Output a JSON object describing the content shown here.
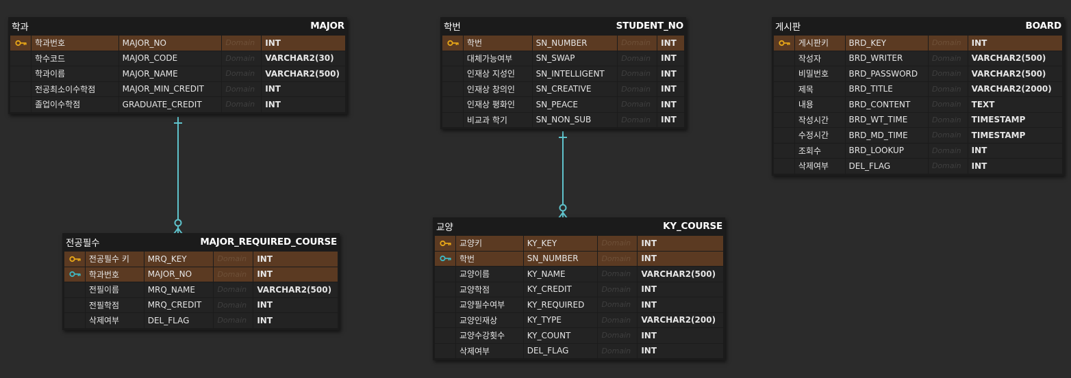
{
  "colors": {
    "background": "#2b2b2b",
    "table": "#1b1b1b",
    "key_row": "#5b3a22",
    "row": "#232323",
    "pk_key": "#e8a718",
    "fk_key": "#3fb8c3",
    "relation_line": "#5fc3cc"
  },
  "column_domain_placeholder": "Domain",
  "tables": [
    {
      "id": "major",
      "logical_name": "학과",
      "physical_name": "MAJOR",
      "columns": [
        {
          "key": "pk",
          "logical": "학과번호",
          "physical": "MAJOR_NO",
          "domain": "Domain",
          "type": "INT"
        },
        {
          "key": "",
          "logical": "학수코드",
          "physical": "MAJOR_CODE",
          "domain": "Domain",
          "type": "VARCHAR2(30)"
        },
        {
          "key": "",
          "logical": "학과이름",
          "physical": "MAJOR_NAME",
          "domain": "Domain",
          "type": "VARCHAR2(500)"
        },
        {
          "key": "",
          "logical": "전공최소이수학점",
          "physical": "MAJOR_MIN_CREDIT",
          "domain": "Domain",
          "type": "INT"
        },
        {
          "key": "",
          "logical": "졸업이수학점",
          "physical": "GRADUATE_CREDIT",
          "domain": "Domain",
          "type": "INT"
        }
      ]
    },
    {
      "id": "student_no",
      "logical_name": "학번",
      "physical_name": "STUDENT_NO",
      "columns": [
        {
          "key": "pk",
          "logical": "학번",
          "physical": "SN_NUMBER",
          "domain": "Domain",
          "type": "INT"
        },
        {
          "key": "",
          "logical": "대체가능여부",
          "physical": "SN_SWAP",
          "domain": "Domain",
          "type": "INT"
        },
        {
          "key": "",
          "logical": "인재상 지성인",
          "physical": "SN_INTELLIGENT",
          "domain": "Domain",
          "type": "INT"
        },
        {
          "key": "",
          "logical": "인재상 창의인",
          "physical": "SN_CREATIVE",
          "domain": "Domain",
          "type": "INT"
        },
        {
          "key": "",
          "logical": "인재상 평화인",
          "physical": "SN_PEACE",
          "domain": "Domain",
          "type": "INT"
        },
        {
          "key": "",
          "logical": "비교과 학기",
          "physical": "SN_NON_SUB",
          "domain": "Domain",
          "type": "INT"
        }
      ]
    },
    {
      "id": "board",
      "logical_name": "게시판",
      "physical_name": "BOARD",
      "columns": [
        {
          "key": "pk",
          "logical": "게시판키",
          "physical": "BRD_KEY",
          "domain": "Domain",
          "type": "INT"
        },
        {
          "key": "",
          "logical": "작성자",
          "physical": "BRD_WRITER",
          "domain": "Domain",
          "type": "VARCHAR2(500)"
        },
        {
          "key": "",
          "logical": "비밀번호",
          "physical": "BRD_PASSWORD",
          "domain": "Domain",
          "type": "VARCHAR2(500)"
        },
        {
          "key": "",
          "logical": "제목",
          "physical": "BRD_TITLE",
          "domain": "Domain",
          "type": "VARCHAR2(2000)"
        },
        {
          "key": "",
          "logical": "내용",
          "physical": "BRD_CONTENT",
          "domain": "Domain",
          "type": "TEXT"
        },
        {
          "key": "",
          "logical": "작성시간",
          "physical": "BRD_WT_TIME",
          "domain": "Domain",
          "type": "TIMESTAMP"
        },
        {
          "key": "",
          "logical": "수정시간",
          "physical": "BRD_MD_TIME",
          "domain": "Domain",
          "type": "TIMESTAMP"
        },
        {
          "key": "",
          "logical": "조회수",
          "physical": "BRD_LOOKUP",
          "domain": "Domain",
          "type": "INT"
        },
        {
          "key": "",
          "logical": "삭제여부",
          "physical": "DEL_FLAG",
          "domain": "Domain",
          "type": "INT"
        }
      ]
    },
    {
      "id": "major_required_course",
      "logical_name": "전공필수",
      "physical_name": "MAJOR_REQUIRED_COURSE",
      "columns": [
        {
          "key": "pk",
          "logical": "전공필수 키",
          "physical": "MRQ_KEY",
          "domain": "Domain",
          "type": "INT"
        },
        {
          "key": "fk",
          "logical": "학과번호",
          "physical": "MAJOR_NO",
          "domain": "Domain",
          "type": "INT"
        },
        {
          "key": "",
          "logical": "전필이름",
          "physical": "MRQ_NAME",
          "domain": "Domain",
          "type": "VARCHAR2(500)"
        },
        {
          "key": "",
          "logical": "전필학점",
          "physical": "MRQ_CREDIT",
          "domain": "Domain",
          "type": "INT"
        },
        {
          "key": "",
          "logical": "삭제여부",
          "physical": "DEL_FLAG",
          "domain": "Domain",
          "type": "INT"
        }
      ]
    },
    {
      "id": "ky_course",
      "logical_name": "교양",
      "physical_name": "KY_COURSE",
      "columns": [
        {
          "key": "pk",
          "logical": "교양키",
          "physical": "KY_KEY",
          "domain": "Domain",
          "type": "INT"
        },
        {
          "key": "fk",
          "logical": "학번",
          "physical": "SN_NUMBER",
          "domain": "Domain",
          "type": "INT"
        },
        {
          "key": "",
          "logical": "교양이름",
          "physical": "KY_NAME",
          "domain": "Domain",
          "type": "VARCHAR2(500)"
        },
        {
          "key": "",
          "logical": "교양학점",
          "physical": "KY_CREDIT",
          "domain": "Domain",
          "type": "INT"
        },
        {
          "key": "",
          "logical": "교양필수여부",
          "physical": "KY_REQUIRED",
          "domain": "Domain",
          "type": "INT"
        },
        {
          "key": "",
          "logical": "교양인재상",
          "physical": "KY_TYPE",
          "domain": "Domain",
          "type": "VARCHAR2(200)"
        },
        {
          "key": "",
          "logical": "교양수강횟수",
          "physical": "KY_COUNT",
          "domain": "Domain",
          "type": "INT"
        },
        {
          "key": "",
          "logical": "삭제여부",
          "physical": "DEL_FLAG",
          "domain": "Domain",
          "type": "INT"
        }
      ]
    }
  ],
  "relationships": [
    {
      "parent": "major",
      "child": "major_required_course",
      "parent_cardinality": "one",
      "child_cardinality": "zero-or-many"
    },
    {
      "parent": "student_no",
      "child": "ky_course",
      "parent_cardinality": "one",
      "child_cardinality": "zero-or-many"
    }
  ]
}
